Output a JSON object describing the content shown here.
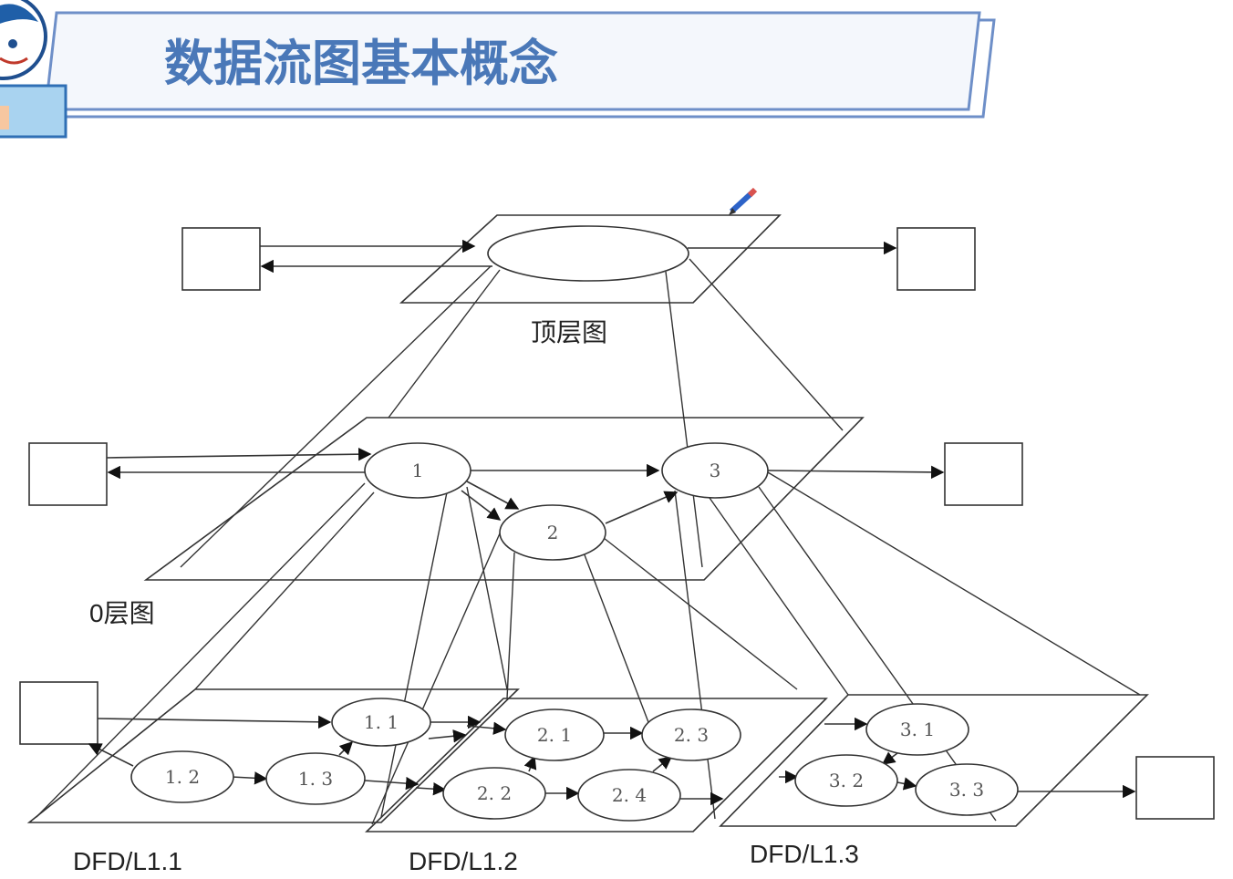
{
  "slide": {
    "title": "数据流图基本概念"
  },
  "levels": {
    "top": {
      "caption": "顶层图"
    },
    "level0": {
      "caption": "0层图"
    },
    "sub1": {
      "caption": "DFD/L1.1"
    },
    "sub2": {
      "caption": "DFD/L1.2"
    },
    "sub3": {
      "caption": "DFD/L1.3"
    }
  },
  "processes": {
    "p1": "1",
    "p2": "2",
    "p3": "3",
    "p11": "1. 1",
    "p12": "1. 2",
    "p13": "1. 3",
    "p21": "2. 1",
    "p22": "2. 2",
    "p23": "2. 3",
    "p24": "2. 4",
    "p31": "3. 1",
    "p32": "3. 2",
    "p33": "3. 3"
  },
  "colors": {
    "title": "#4a78b8",
    "banner_border": "#6e8fc8",
    "banner_fill": "#f4f7fc",
    "line": "#333333"
  },
  "icons": {
    "mascot": "cartoon-mascot-icon",
    "pencil": "pencil-icon"
  }
}
